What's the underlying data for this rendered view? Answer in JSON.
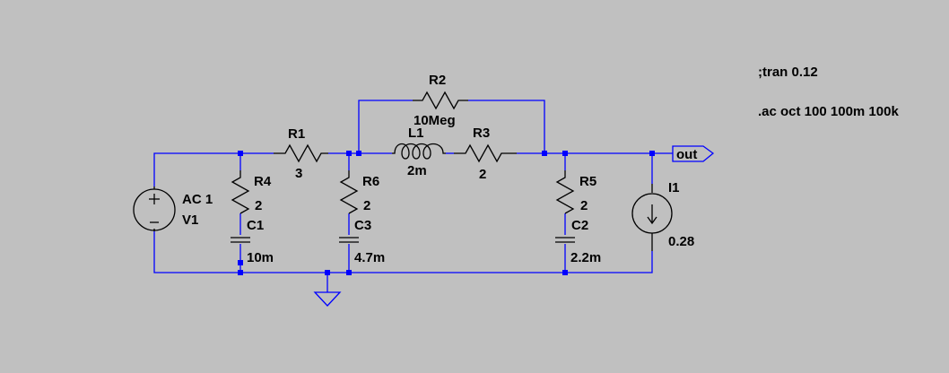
{
  "components": {
    "r1": {
      "name": "R1",
      "value": "3"
    },
    "r2": {
      "name": "R2",
      "value": "10Meg"
    },
    "r3": {
      "name": "R3",
      "value": "2"
    },
    "r4": {
      "name": "R4",
      "value": "2"
    },
    "r5": {
      "name": "R5",
      "value": "2"
    },
    "r6": {
      "name": "R6",
      "value": "2"
    },
    "l1": {
      "name": "L1",
      "value": "2m"
    },
    "c1": {
      "name": "C1",
      "value": "10m"
    },
    "c2": {
      "name": "C2",
      "value": "2.2m"
    },
    "c3": {
      "name": "C3",
      "value": "4.7m"
    },
    "v1": {
      "name": "V1",
      "value": "AC 1"
    },
    "i1": {
      "name": "I1",
      "value": "0.28"
    }
  },
  "net_labels": {
    "out": "out"
  },
  "directives": {
    "tran": ";tran 0.12",
    "ac": ".ac oct 100 100m 100k"
  },
  "colors": {
    "background": "#c0c0c0",
    "wire": "#0000ff",
    "component": "#000000"
  },
  "icons": {
    "ground": "ground-icon",
    "voltage_source": "voltage-source-icon",
    "current_source": "current-source-icon"
  }
}
